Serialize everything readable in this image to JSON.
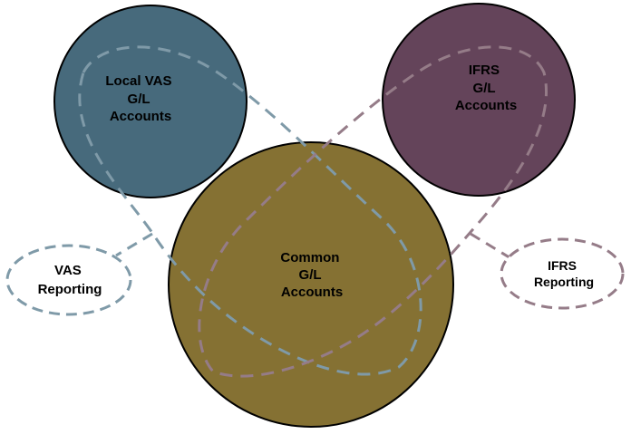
{
  "diagram": {
    "colors": {
      "local_vas": "#476a7c",
      "ifrs": "#64445a",
      "common": "#857133",
      "vas_dash": "#7f9aa8",
      "ifrs_dash": "#957c88",
      "outline": "#000000"
    },
    "nodes": {
      "local_vas": {
        "lines": [
          "Local VAS",
          "G/L",
          "Accounts"
        ]
      },
      "ifrs": {
        "lines": [
          "IFRS",
          "G/L",
          "Accounts"
        ]
      },
      "common": {
        "lines": [
          "Common",
          "G/L",
          "Accounts"
        ]
      },
      "vas_reporting": {
        "lines": [
          "VAS",
          "Reporting"
        ]
      },
      "ifrs_reporting": {
        "lines": [
          "IFRS",
          "Reporting"
        ]
      }
    }
  }
}
